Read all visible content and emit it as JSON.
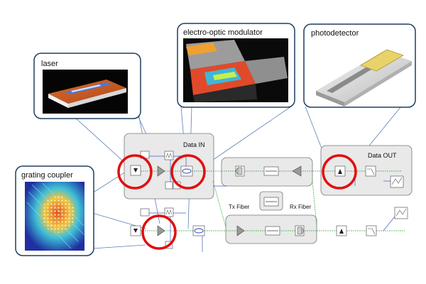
{
  "callouts": {
    "laser": "laser",
    "modulator": "electro-optic modulator",
    "photodetector": "photodetector",
    "coupler": "grating coupler"
  },
  "groups": {
    "data_in": "Data IN",
    "data_out": "Data OUT",
    "tx_fiber": "Tx Fiber",
    "rx_fiber": "Rx Fiber"
  },
  "colors": {
    "callout_border": "#1f3f5f",
    "highlight": "#e01010",
    "leader_line": "#5a7fb8",
    "box_fill": "#e9e9e9",
    "wire_green": "#3aa63a",
    "wire_blue": "#3a5fc8"
  }
}
